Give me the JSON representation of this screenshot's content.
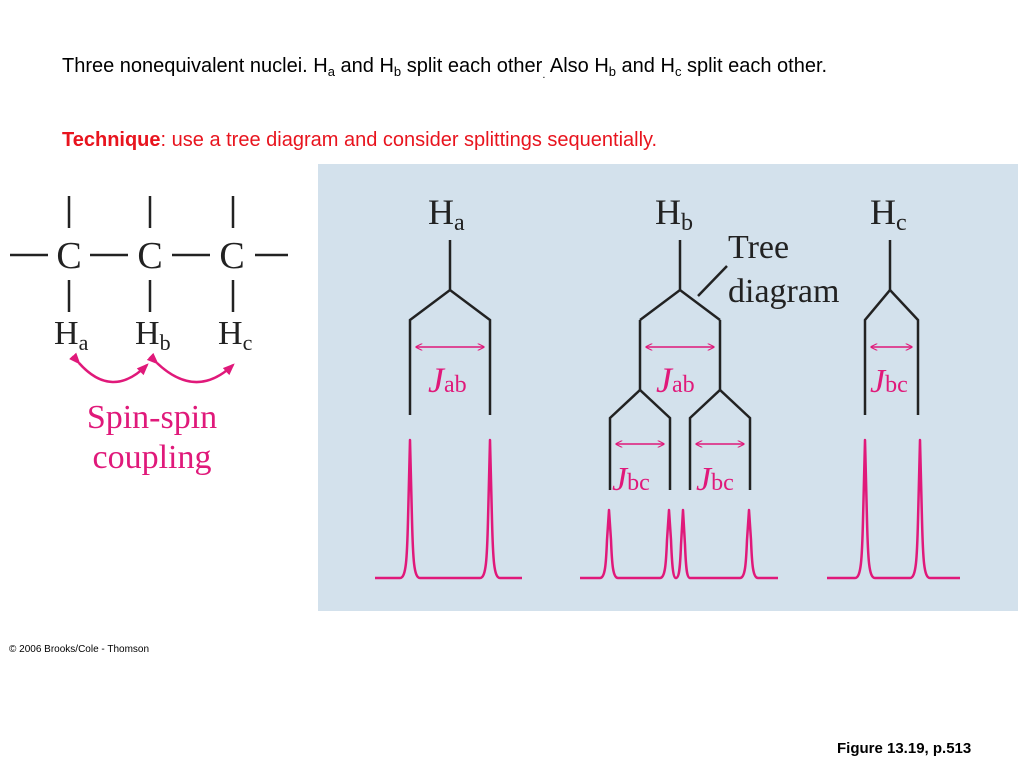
{
  "intro": {
    "p1": "Three nonequivalent nuclei.   H",
    "s1": "a",
    "p2": " and H",
    "s2": "b",
    "p3": " split each other",
    "dot": ".",
    "p4": " Also H",
    "s3": "b",
    "p5": "  and H",
    "s4": "c",
    "p6": " split each other."
  },
  "technique": {
    "bold": "Technique",
    "rest": ": use a tree diagram and consider splittings sequentially."
  },
  "molecule": {
    "carbons": [
      "C",
      "C",
      "C"
    ],
    "hydrogens": [
      {
        "h": "H",
        "sub": "a"
      },
      {
        "h": "H",
        "sub": "b"
      },
      {
        "h": "H",
        "sub": "c"
      }
    ],
    "coupling_label": [
      "Spin-spin",
      "coupling"
    ]
  },
  "diagram": {
    "headers": [
      {
        "h": "H",
        "sub": "a"
      },
      {
        "h": "H",
        "sub": "b"
      },
      {
        "h": "H",
        "sub": "c"
      }
    ],
    "tree_label": [
      "Tree",
      "diagram"
    ],
    "couplings": {
      "jab": {
        "j": "J",
        "sub": "ab"
      },
      "jbc": {
        "j": "J",
        "sub": "bc"
      }
    }
  },
  "colors": {
    "pink": "#e0197a",
    "panel": "#d3e1ec",
    "red": "#e8141e"
  },
  "footer": {
    "copyright": "© 2006 Brooks/Cole - Thomson",
    "figure": "Figure 13.19, p.513"
  }
}
